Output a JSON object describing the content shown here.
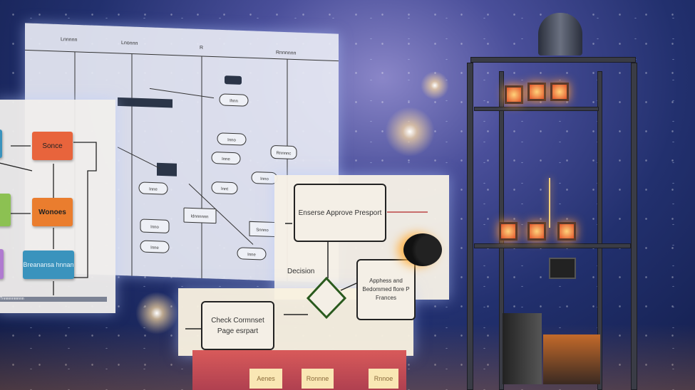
{
  "back_panel": {
    "columns": [
      "Lnnnnn",
      "Lnonnn",
      "R",
      "Rnnnnnn"
    ],
    "nodes": [
      "Ihnn",
      "Inno",
      "Inne",
      "Rnnnnc",
      "Inno",
      "Inne",
      "Innt",
      "Idnnnnnn",
      "Inno",
      "Inne",
      "Snnno",
      "Inne"
    ]
  },
  "left_panel": {
    "boxes": [
      {
        "label": "Sonce",
        "color": "#e8643c"
      },
      {
        "label": "Wonoes",
        "color": "#ea7d2e"
      },
      {
        "label": "Breanansa hnnan",
        "color": "#3a93bd"
      }
    ],
    "footer": "Tnnnnnnnnnnn"
  },
  "front_panel": {
    "approve_box": "Enserse Approve Presport",
    "decision_label": "Decision",
    "process_box": "Apphess and Bedommed flore P Frances",
    "check_box": "Check Cormnset Page esrpart"
  },
  "bottom_panel": {
    "notes": [
      "Aenes",
      "Ronnne",
      "Rnnoe"
    ]
  }
}
